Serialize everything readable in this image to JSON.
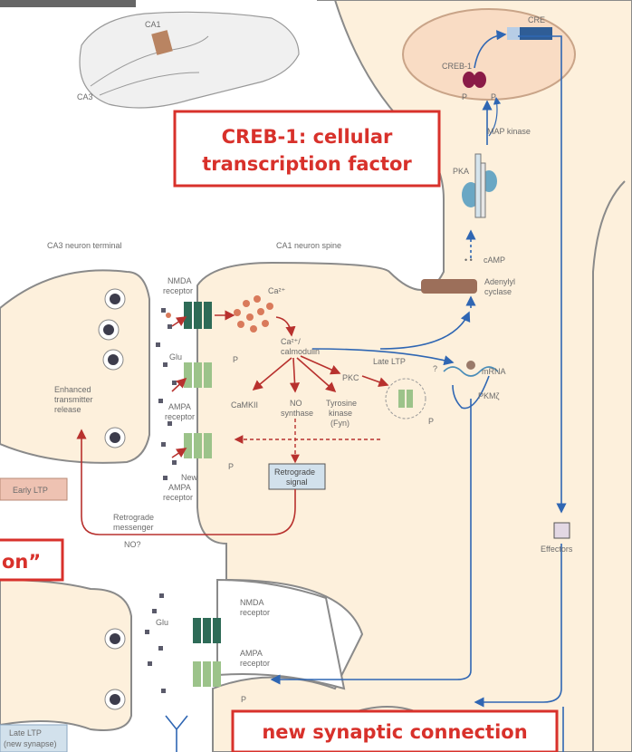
{
  "callouts": {
    "creb_line1": "CREB-1: cellular",
    "creb_line2": "transcription factor",
    "partial": "on”",
    "new_synaptic": "new synaptic connection"
  },
  "inset": {
    "ca1": "CA1",
    "ca3": "CA3"
  },
  "nucleus": {
    "cre": "CRE",
    "creb1": "CREB-1",
    "p_left": "P",
    "p_right": "P",
    "map_kinase": "MAP kinase",
    "pka": "PKA"
  },
  "headers": {
    "ca3_terminal": "CA3 neuron terminal",
    "ca1_spine": "CA1 neuron spine"
  },
  "labels": {
    "camp": "cAMP",
    "adenylyl1": "Adenylyl",
    "adenylyl2": "cyclase",
    "nmda1": "NMDA",
    "nmda2": "receptor",
    "ca2": "Ca²⁺",
    "glu": "Glu",
    "camod1": "Ca²⁺/",
    "camod2": "calmodulin",
    "late_ltp": "Late LTP",
    "question": "?",
    "mrna": "mRNA",
    "pkmz": "PKMζ",
    "enh1": "Enhanced",
    "enh2": "transmitter",
    "enh3": "release",
    "ampa1": "AMPA",
    "ampa2": "receptor",
    "camkii": "CaMKII",
    "pkc": "PKC",
    "no1": "NO",
    "no2": "synthase",
    "tyr1": "Tyrosine",
    "tyr2": "kinase",
    "tyr3": "(Fyn)",
    "p1": "P",
    "p2": "P",
    "p3": "P",
    "new1": "New",
    "new2": "AMPA",
    "new3": "receptor",
    "retro1": "Retrograde",
    "retro2": "signal",
    "early_ltp": "Early LTP",
    "rm1": "Retrograde",
    "rm2": "messenger",
    "no_q": "NO?",
    "effectors": "Effectors",
    "glu2": "Glu",
    "nmda_b1": "NMDA",
    "nmda_b2": "receptor",
    "ampa_b1": "AMPA",
    "ampa_b2": "receptor",
    "p_b": "P",
    "late_ltp_b1": "Late LTP",
    "late_ltp_b2": "(new synapse)"
  },
  "colors": {
    "cell_fill": "#fdf0dc",
    "nucleus_fill": "#f9dcc4",
    "callout_red": "#d8312b",
    "arrow_red": "#b8312e",
    "arrow_blue": "#2f66b3",
    "nmda_green": "#2e6b57",
    "ampa_green": "#9cc38a",
    "vesicle": "#3c3c4c"
  }
}
